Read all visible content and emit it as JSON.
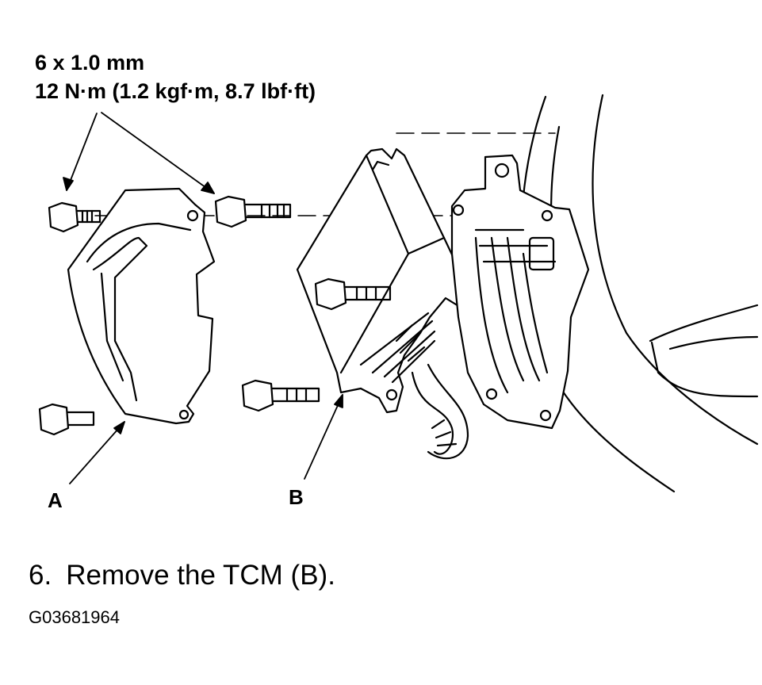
{
  "spec": {
    "bolt_size": "6 x 1.0 mm",
    "torque": "12 N·m (1.2 kgf·m, 8.7 lbf·ft)"
  },
  "callouts": {
    "a": "A",
    "b": "B"
  },
  "step": {
    "number": "6.",
    "text": "Remove the TCM (B)."
  },
  "figure_id": "G03681964"
}
